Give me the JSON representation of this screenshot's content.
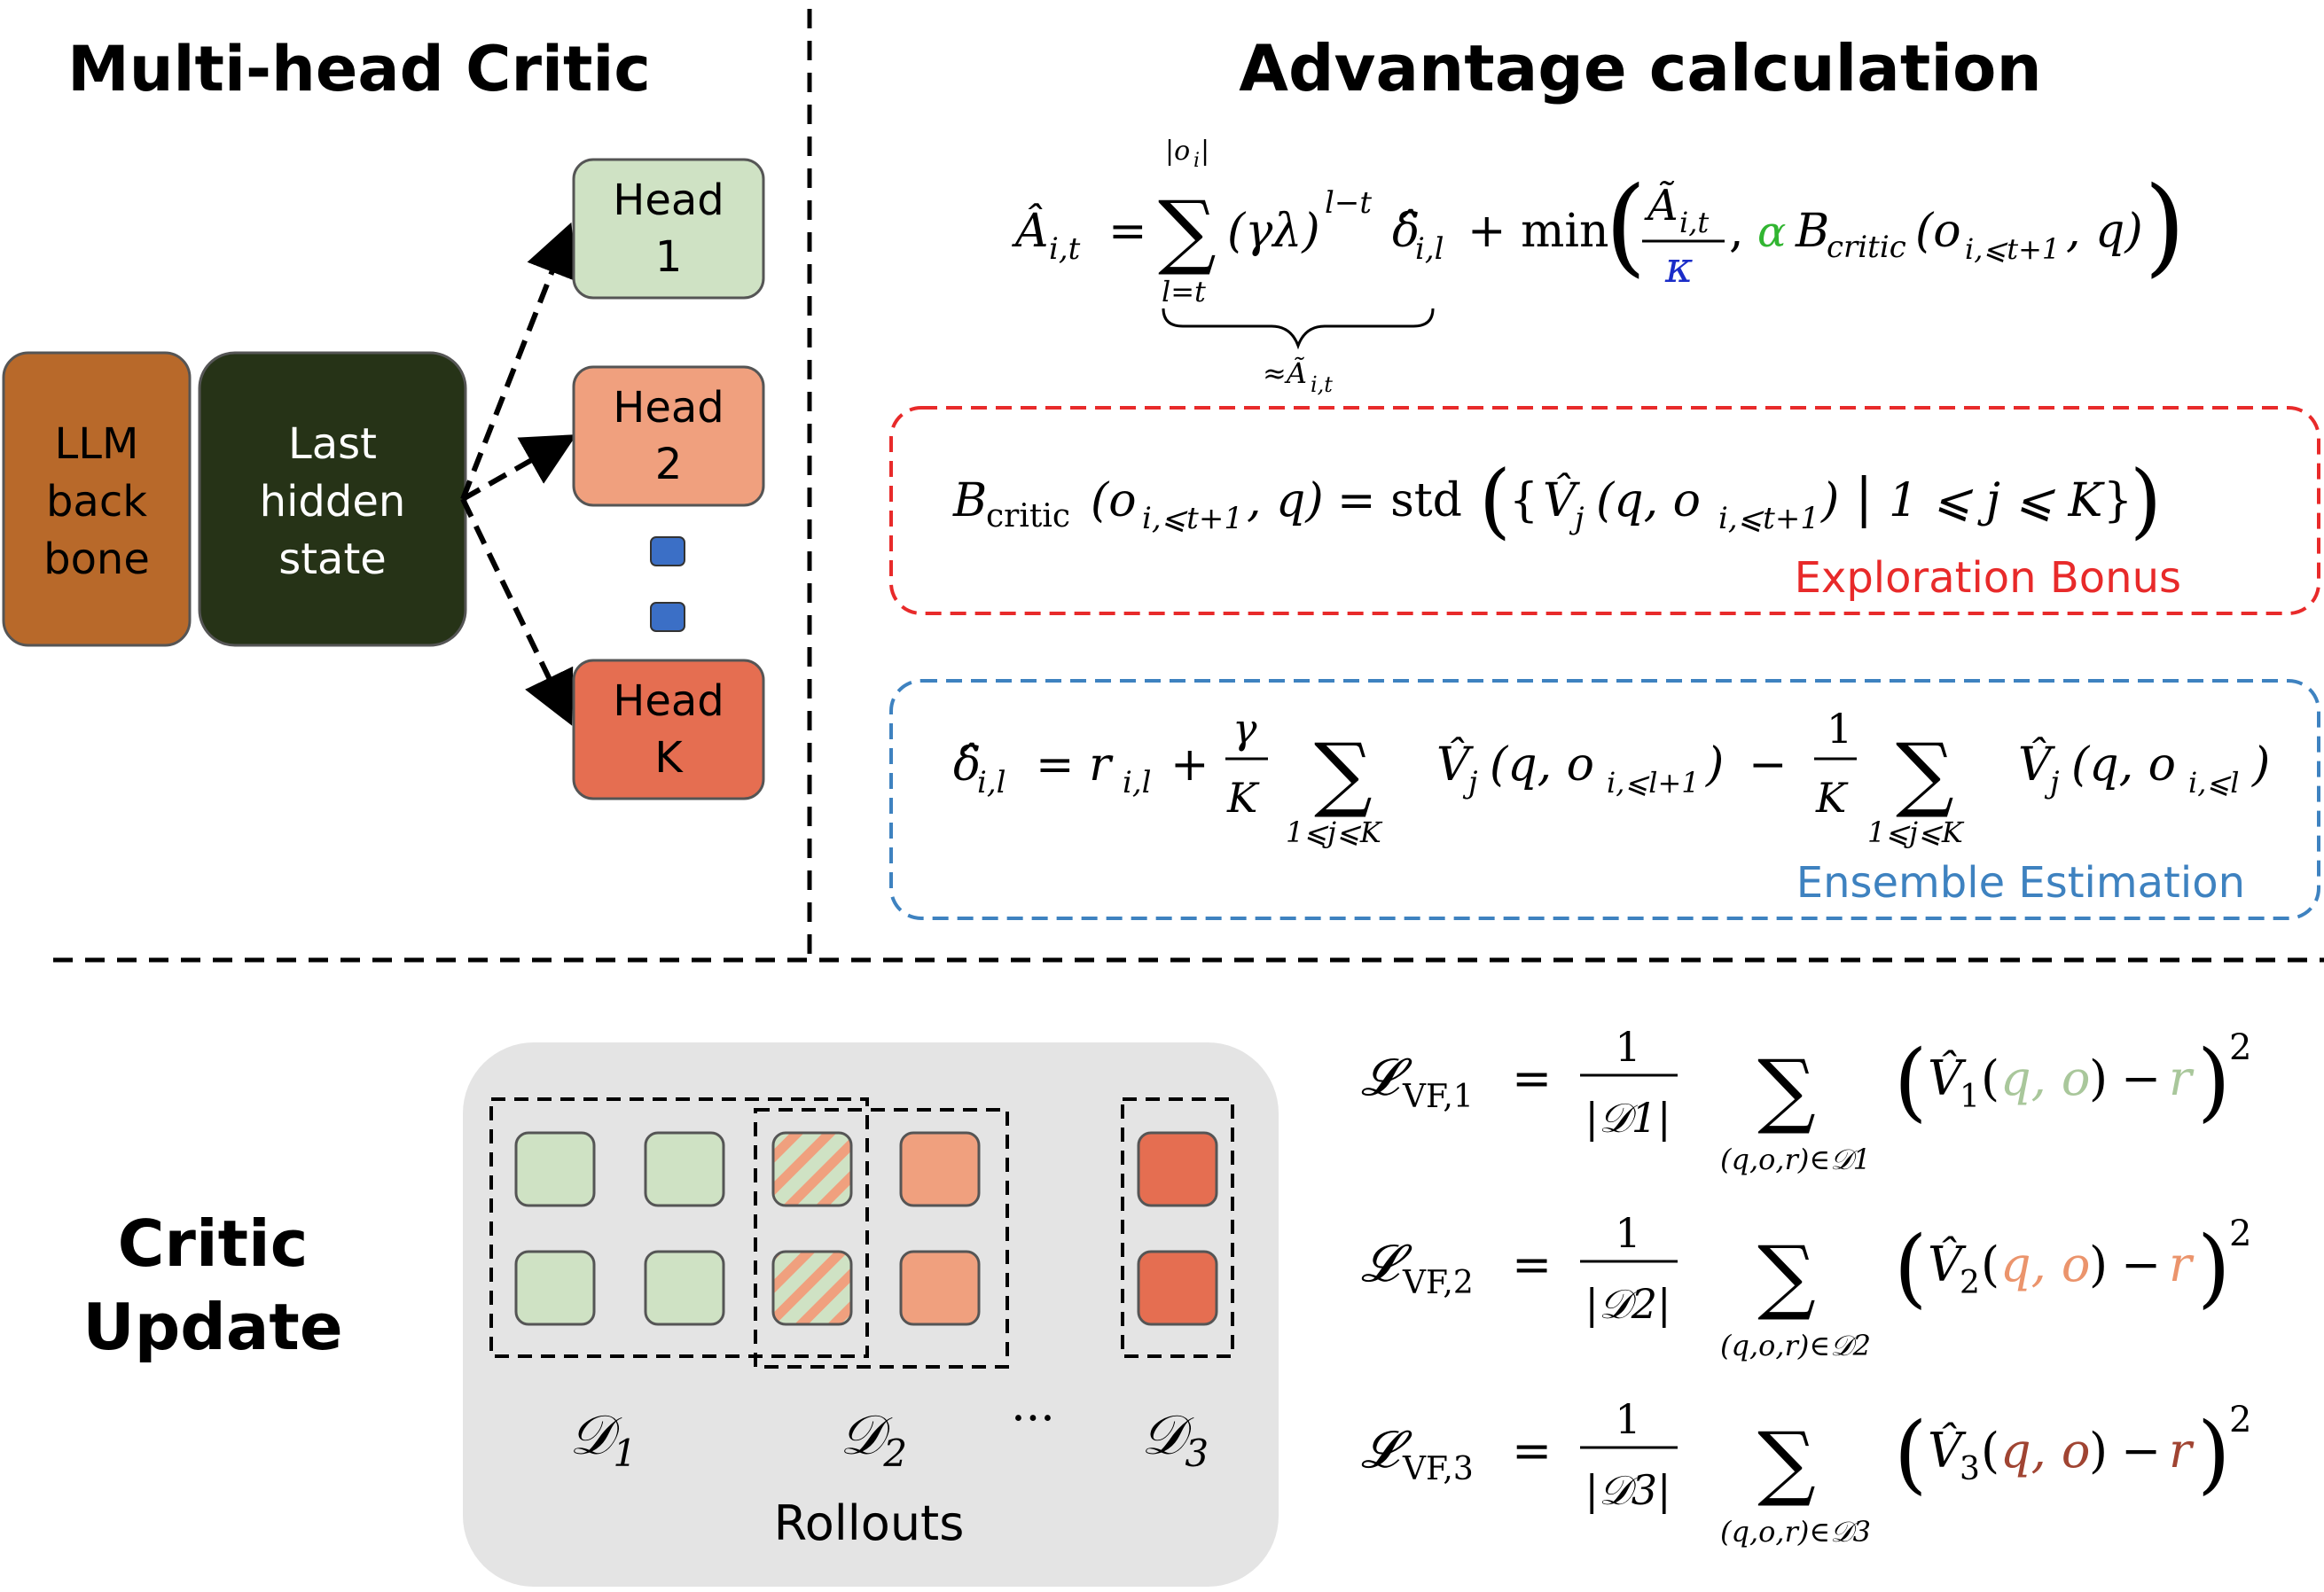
{
  "panels": {
    "multi_head_critic": {
      "title": "Multi-head Critic",
      "backbone_lines": [
        "LLM",
        "back",
        "bone"
      ],
      "hidden_state_lines": [
        "Last",
        "hidden",
        "state"
      ],
      "heads": [
        {
          "line1": "Head",
          "line2": "1"
        },
        {
          "line1": "Head",
          "line2": "2"
        },
        {
          "line1": "Head",
          "line2": "K"
        }
      ]
    },
    "advantage_calculation": {
      "title": "Advantage calculation",
      "exploration_bonus_label": "Exploration Bonus",
      "ensemble_estimation_label": "Ensemble Estimation"
    },
    "critic_update": {
      "title_lines": [
        "Critic",
        "Update"
      ],
      "rollouts_label": "Rollouts",
      "dataset_labels": [
        "D1",
        "D2",
        "D3"
      ],
      "ellipsis": "···"
    }
  },
  "colors": {
    "backbone": "#b8692a",
    "hidden_state": "#263317",
    "head_1": "#cfe2c4",
    "head_2": "#f0a07e",
    "head_k": "#e56e51",
    "ellipsis_squares": "#3b6fc6",
    "exploration_box": "#e82a2a",
    "ensemble_box": "#3e82c0",
    "alpha": "#31b531",
    "kappa": "#1a2cc8",
    "rollouts_bg": "#e4e4e4",
    "green_text": "#a9c79b",
    "orange_text": "#eb946c",
    "brown_text": "#a04432"
  }
}
